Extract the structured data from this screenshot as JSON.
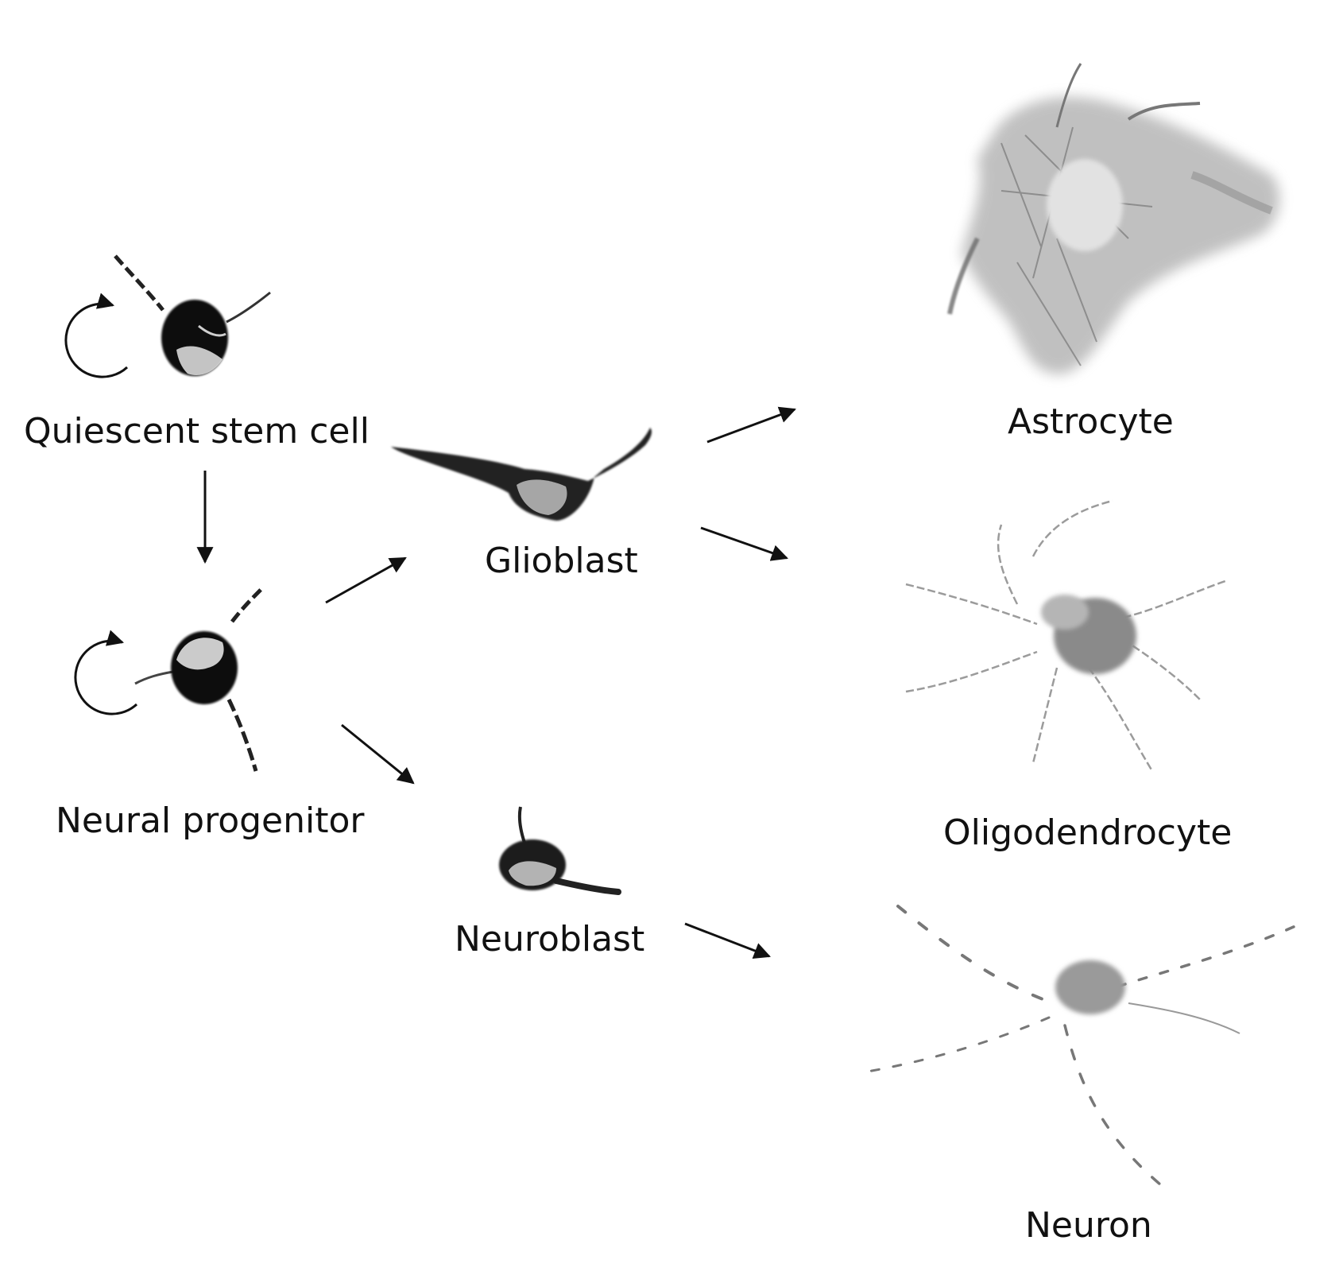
{
  "labels": {
    "quiescent_stem_cell": "Quiescent stem cell",
    "neural_progenitor": "Neural progenitor",
    "glioblast": "Glioblast",
    "neuroblast": "Neuroblast",
    "astrocyte": "Astrocyte",
    "oligodendrocyte": "Oligodendrocyte",
    "neuron": "Neuron"
  },
  "colors": {
    "ink": "#111111",
    "cell_dark": "#0a0a0a",
    "cell_grey": "#8a8a8a",
    "cell_light": "#c8c8c8"
  }
}
